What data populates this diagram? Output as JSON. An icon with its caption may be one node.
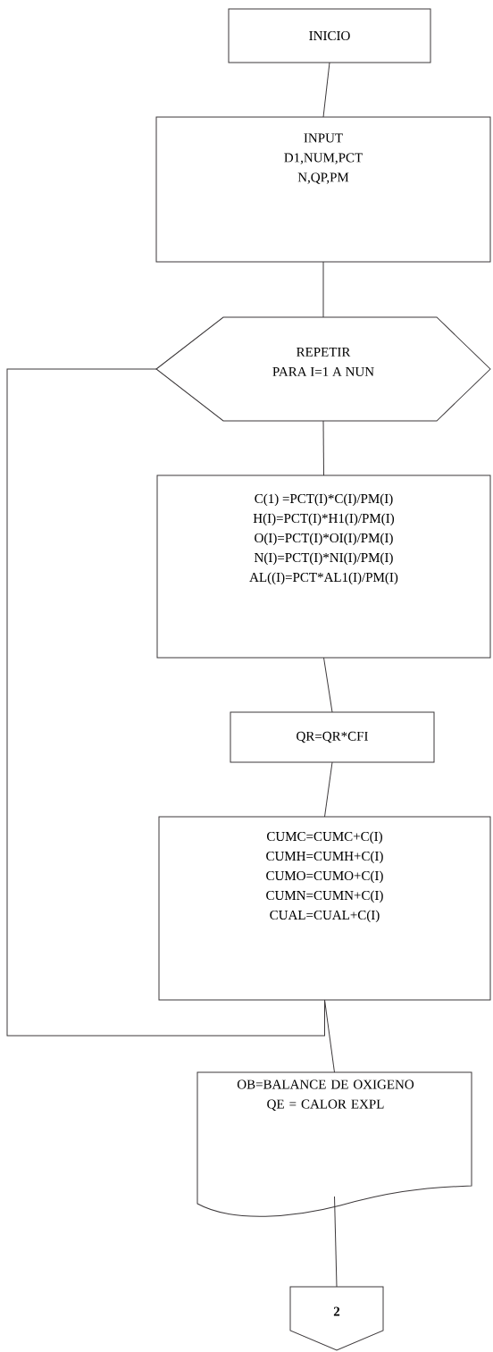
{
  "diagram": {
    "nodes": [
      {
        "text": [
          "INICIO"
        ]
      },
      {
        "text": [
          "INPUT",
          "D1,NUM,PCT",
          "N,QP,PM"
        ]
      },
      {
        "text": [
          "REPETIR",
          "PARA I=1 A NUN"
        ]
      },
      {
        "text": [
          "C(1) =PCT(I)*C(I)/PM(I)",
          "H(I)=PCT(I)*H1(I)/PM(I)",
          "O(I)=PCT(I)*OI(I)/PM(I)",
          "N(I)=PCT(I)*NI(I)/PM(I)",
          "AL((I)=PCT*AL1(I)/PM(I)"
        ]
      },
      {
        "text": [
          "QR=QR*CFI"
        ]
      },
      {
        "text": [
          "CUMC=CUMC+C(I)",
          "CUMH=CUMH+C(I)",
          "CUMO=CUMO+C(I)",
          "CUMN=CUMN+C(I)",
          "CUAL=CUAL+C(I)"
        ]
      },
      {
        "text": [
          "OB=BALANCE DE OXIGENO",
          "QE = CALOR EXPL"
        ]
      },
      {
        "text": [
          "2"
        ]
      }
    ],
    "edges": [
      {
        "from": 0,
        "to": 1,
        "arrow": "none"
      },
      {
        "from": 1,
        "to": 2,
        "arrow": "none"
      },
      {
        "from": 2,
        "to": 3,
        "arrow": "none"
      },
      {
        "from": 3,
        "to": 4,
        "arrow": "none"
      },
      {
        "from": 4,
        "to": 5,
        "arrow": "none"
      },
      {
        "from": 5,
        "to": 6,
        "arrow": "none"
      },
      {
        "from": 6,
        "to": 7,
        "arrow": "none"
      },
      {
        "from": 5,
        "to": 2,
        "arrow": "none"
      }
    ]
  }
}
